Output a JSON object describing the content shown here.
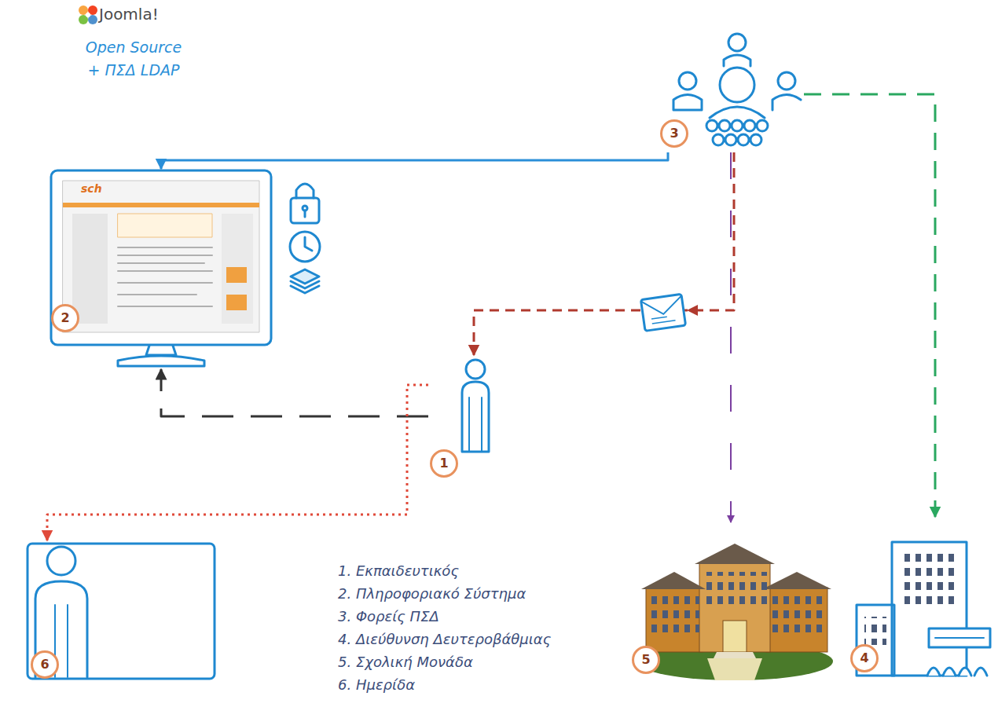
{
  "diagram": {
    "nodes": [
      {
        "text": [
          "1"
        ]
      },
      {
        "text": [
          "2"
        ]
      },
      {
        "text": [
          "3"
        ]
      },
      {
        "text": [
          "4"
        ]
      },
      {
        "text": [
          "5"
        ]
      },
      {
        "text": [
          "6"
        ]
      }
    ],
    "edges": [
      {
        "from": 2,
        "to": 1,
        "arrow": "to"
      },
      {
        "from": 2,
        "to": 0,
        "arrow": "to"
      },
      {
        "from": 2,
        "to": 4,
        "arrow": "to"
      },
      {
        "from": 2,
        "to": 3,
        "arrow": "to"
      },
      {
        "from": 0,
        "to": 1,
        "arrow": "to"
      },
      {
        "from": 0,
        "to": 5,
        "arrow": "to"
      }
    ],
    "labels": [
      "Joomla!",
      "Open Source + ΠΣΔ LDAP",
      "sch",
      "1. Εκπαιδευτικός",
      "2. Πληροφοριακό Σύστημα",
      "3. Φορείς ΠΣΔ",
      "4. Διεύθυνση Δευτεροβάθμιας",
      "5. Σχολική Μονάδα",
      "6. Ημερίδα"
    ]
  }
}
